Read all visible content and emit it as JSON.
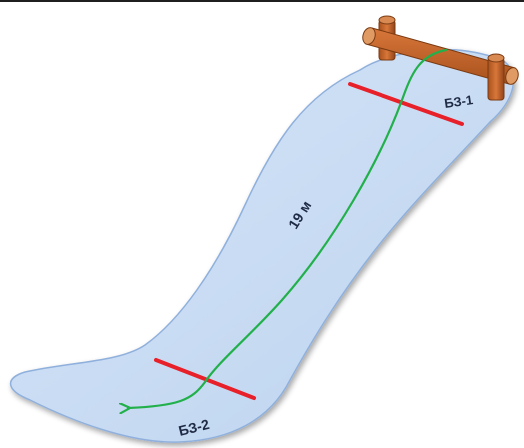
{
  "diagram": {
    "distance_label": "19 м",
    "zone_top_label": "БЗ-1",
    "zone_bottom_label": "БЗ-2",
    "colors": {
      "slope_fill": "#c9dcf3",
      "slope_stroke": "#8fb0dc",
      "zone_line": "#e8202a",
      "path_line": "#22b04b",
      "log_wood": "#c4642a",
      "log_dark": "#8c4516",
      "label_text": "#1f2a44"
    },
    "icons": {
      "barrier": "wooden-log-barrier",
      "path_arrow": "arrow-left"
    }
  }
}
